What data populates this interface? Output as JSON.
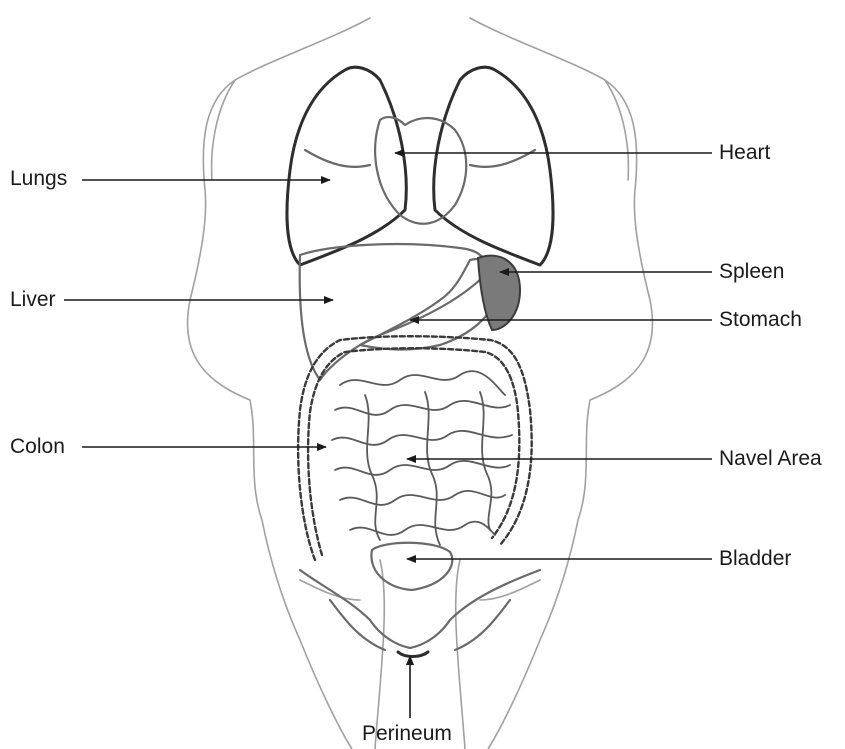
{
  "labels": {
    "lungs": "Lungs",
    "liver": "Liver",
    "colon": "Colon",
    "heart": "Heart",
    "spleen": "Spleen",
    "stomach": "Stomach",
    "navel_area": "Navel Area",
    "bladder": "Bladder",
    "perineum": "Perineum"
  },
  "colors": {
    "text": "#1a1a1a",
    "leader_line": "#1a1a1a",
    "spleen_fill": "#7a7a7a",
    "outline": "#6a6a6a",
    "background": "#ffffff"
  }
}
